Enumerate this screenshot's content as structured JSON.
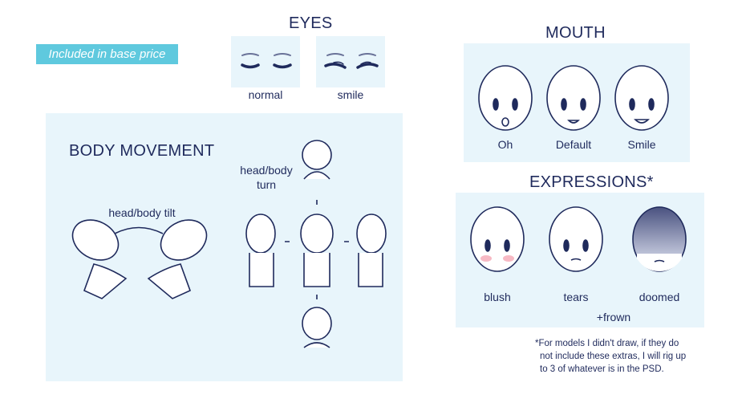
{
  "badge": "Included in base price",
  "eyes": {
    "title": "EYES",
    "items": [
      "normal",
      "smile"
    ]
  },
  "body": {
    "title": "BODY MOVEMENT",
    "tilt": "head/body tilt",
    "turn_line1": "head/body",
    "turn_line2": "turn"
  },
  "mouth": {
    "title": "MOUTH",
    "items": [
      "Oh",
      "Default",
      "Smile"
    ]
  },
  "expressions": {
    "title": "EXPRESSIONS*",
    "items": [
      "blush",
      "tears",
      "doomed"
    ],
    "extra": "+frown"
  },
  "footnote": {
    "lines": [
      "*For models I didn't draw, if they do",
      "not include these extras, I will rig up",
      "to 3 of whatever is in the PSD."
    ]
  },
  "colors": {
    "panel": "#e8f5fb",
    "badge": "#5fc9de",
    "ink": "#1f2a5c"
  }
}
